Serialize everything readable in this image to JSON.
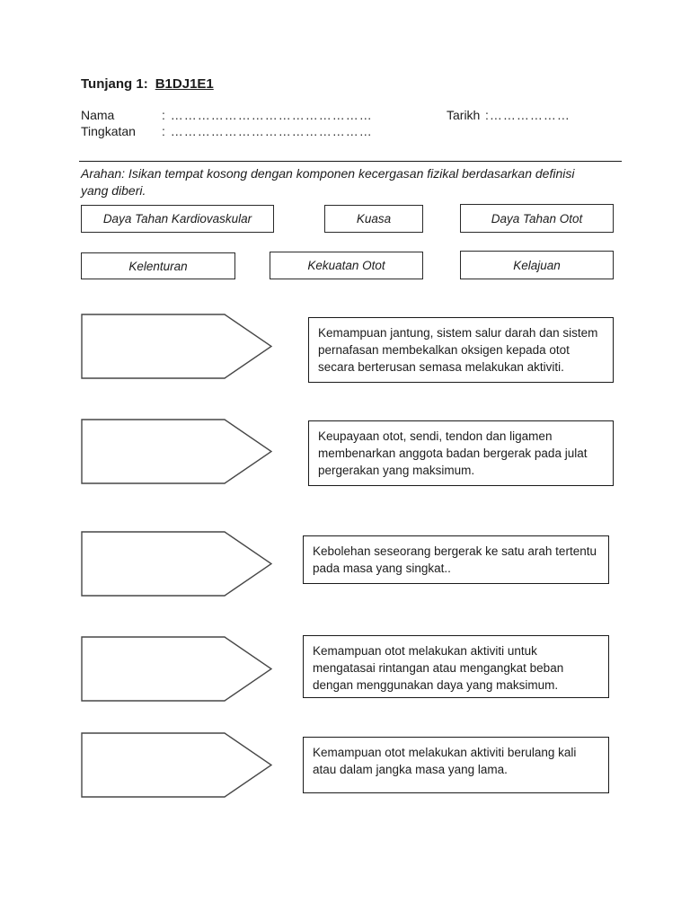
{
  "title": {
    "prefix": "Tunjang 1:",
    "code": "B1DJ1E1"
  },
  "header_fields": {
    "nama_label": "Nama",
    "nama_value": ": ………………………………………",
    "tingkatan_label": "Tingkatan",
    "tingkatan_value": ": ………………………………………",
    "tarikh_label": "Tarikh",
    "tarikh_value": ":………………"
  },
  "instruction": "Arahan: Isikan tempat kosong dengan komponen kecergasan fizikal berdasarkan definisi yang diberi.",
  "word_bank": [
    "Daya Tahan Kardiovaskular",
    "Kuasa",
    "Daya Tahan Otot",
    "Kelenturan",
    "Kekuatan Otot",
    "Kelajuan"
  ],
  "definitions": [
    "Kemampuan jantung, sistem salur darah dan sistem pernafasan membekalkan oksigen kepada otot secara berterusan semasa melakukan aktiviti.",
    "Keupayaan otot, sendi, tendon dan ligamen membenarkan anggota badan bergerak pada julat pergerakan yang maksimum.",
    "Kebolehan seseorang bergerak ke satu arah tertentu pada masa yang singkat..",
    "Kemampuan otot melakukan aktiviti untuk mengatasai rintangan atau mengangkat beban dengan menggunakan daya yang maksimum.",
    "Kemampuan otot melakukan aktiviti berulang kali atau dalam jangka masa yang lama."
  ],
  "colors": {
    "ink": "#1c1c1c",
    "border": "#2a2a2a",
    "arrow_stroke": "#474747",
    "paper": "#ffffff"
  }
}
